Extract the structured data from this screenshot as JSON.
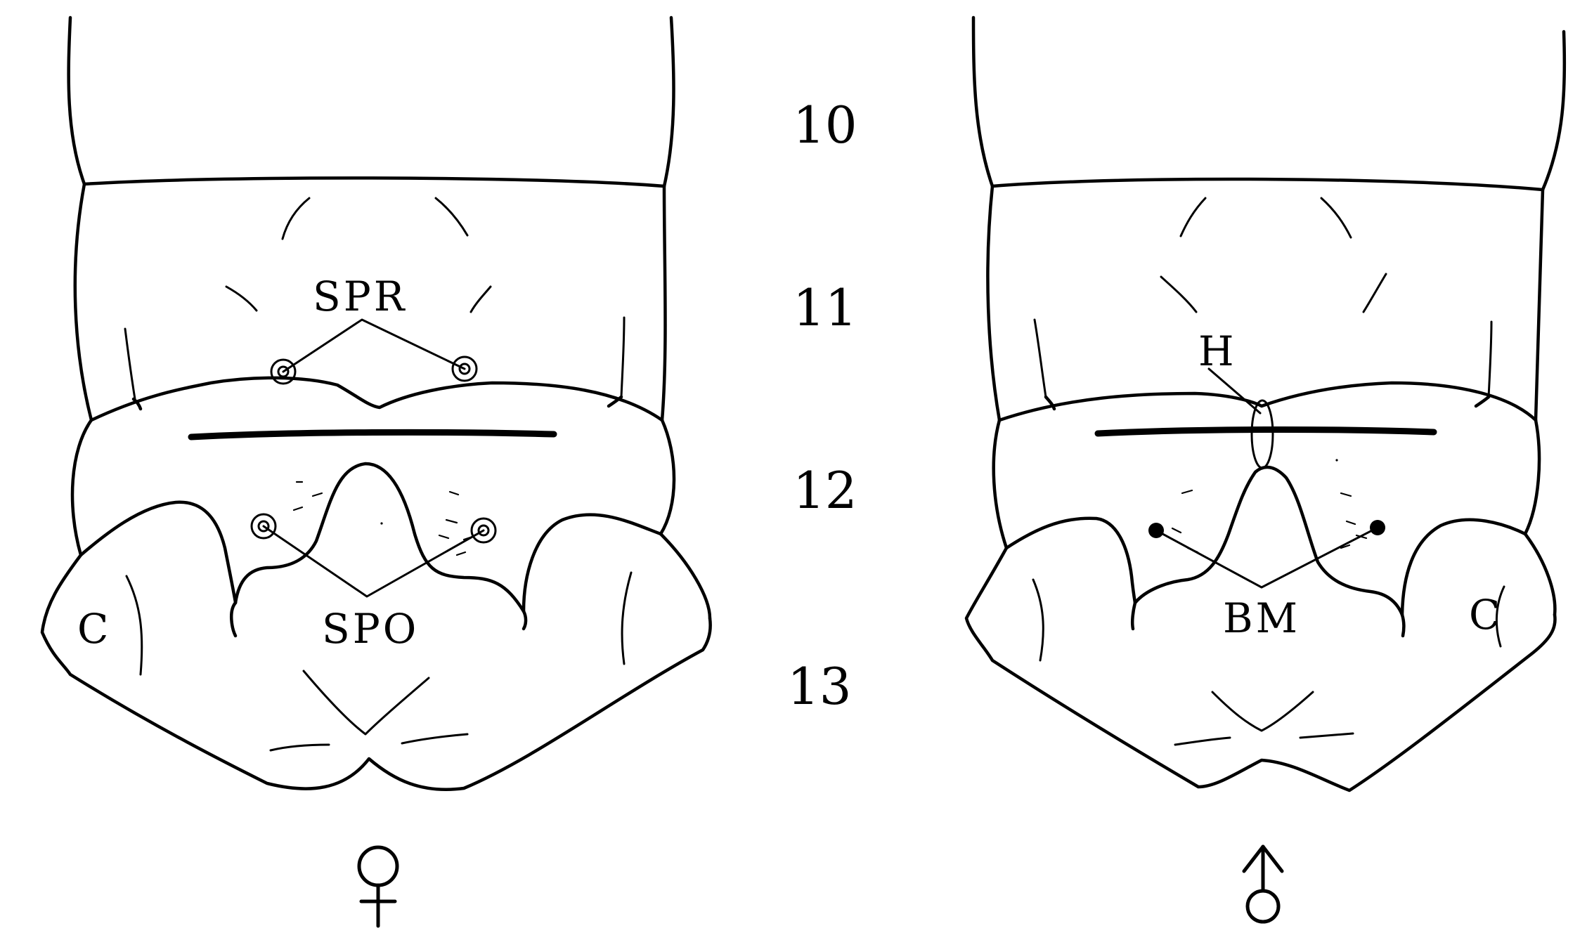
{
  "segments": [
    "10",
    "11",
    "12",
    "13"
  ],
  "female": {
    "spiracle_label": "SPR",
    "opening_label": "SPO",
    "claspers_label": "C"
  },
  "male": {
    "opening_label": "H",
    "markings_label": "BM",
    "claspers_label": "C"
  }
}
